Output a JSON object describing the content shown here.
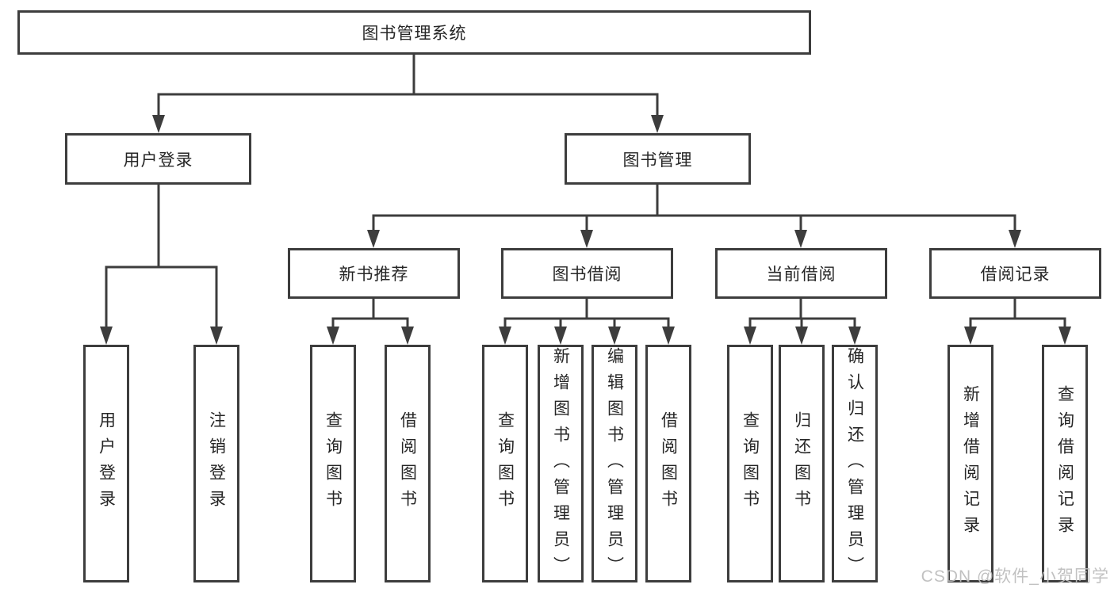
{
  "diagram": {
    "tree": {
      "label": "图书管理系统",
      "children": [
        {
          "label": "用户登录",
          "children": [
            {
              "label": "用户登录"
            },
            {
              "label": "注销登录"
            }
          ]
        },
        {
          "label": "图书管理",
          "children": [
            {
              "label": "新书推荐",
              "children": [
                {
                  "label": "查询图书"
                },
                {
                  "label": "借阅图书"
                }
              ]
            },
            {
              "label": "图书借阅",
              "children": [
                {
                  "label": "查询图书"
                },
                {
                  "label": "新增图书（管理员）"
                },
                {
                  "label": "编辑图书（管理员）"
                },
                {
                  "label": "借阅图书"
                }
              ]
            },
            {
              "label": "当前借阅",
              "children": [
                {
                  "label": "查询图书"
                },
                {
                  "label": "归还图书"
                },
                {
                  "label": "确认归还（管理员）"
                }
              ]
            },
            {
              "label": "借阅记录",
              "children": [
                {
                  "label": "新增借阅记录"
                },
                {
                  "label": "查询借阅记录"
                }
              ]
            }
          ]
        }
      ]
    },
    "colors": {
      "line": "#3d3d3d",
      "box_border": "#3d3d3d",
      "box_fill": "#ffffff",
      "text": "#262626",
      "watermark": "#bebebe"
    }
  },
  "watermark": {
    "text": "CSDN @软件_小贺同学"
  }
}
